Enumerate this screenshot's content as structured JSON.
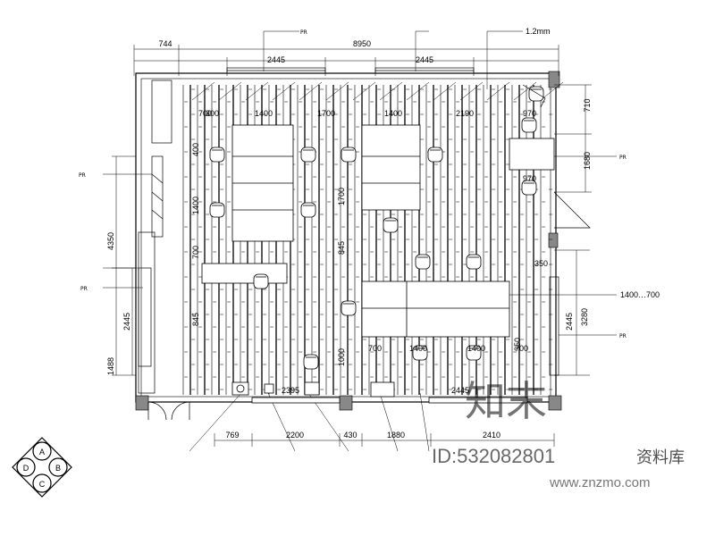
{
  "dimensions": {
    "top_offset": "744",
    "overall_width": "8950",
    "window_left": "2445",
    "window_right": "2445",
    "row1": [
      "700",
      "300",
      "1400",
      "1700",
      "1400",
      "2190",
      "970"
    ],
    "right_710": "710",
    "right_1680": "1680",
    "right_970": "970",
    "left_4350": "4350",
    "left_2445": "2445",
    "left_1488": "1488",
    "right_350_a": "350",
    "right_350_b": "350",
    "right_2445": "2445",
    "right_3280": "3280",
    "note_1400_700": "1400…700",
    "bottom_row": [
      "769",
      "2200",
      "430",
      "1880",
      "2410"
    ],
    "inner_2395": "2395",
    "inner_2445": "2445",
    "col_700_a": "700",
    "col_1400_a": "1400",
    "col_1400_b": "1400",
    "col_700_b": "700",
    "v_400": "400",
    "v_1400": "1400",
    "v_700": "700",
    "v_845": "845",
    "v_1000": "1000",
    "v_845b": "845",
    "v_1700": "1700"
  },
  "notes": {
    "top_note": "1.2mm",
    "top_left_note": "PR",
    "right_note_top": "PR",
    "left_note_a": "PR",
    "left_note_b": "PR",
    "right_note_b": "PR"
  },
  "compass": {
    "a": "A",
    "b": "B",
    "c": "C",
    "d": "D"
  },
  "watermarks": {
    "brand_big": "知末",
    "id_text": "ID:532082801",
    "library": "资料库",
    "url": "www.znzmo.com"
  }
}
